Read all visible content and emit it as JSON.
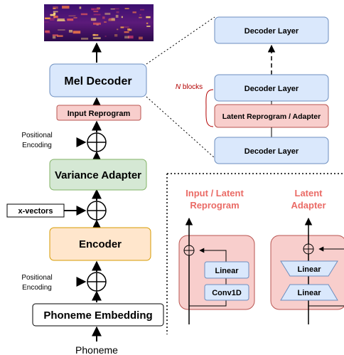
{
  "colors": {
    "blue_fill": "#dae8fc",
    "blue_stroke": "#6c8ebf",
    "pink_fill": "#f8cecc",
    "pink_stroke": "#b85450",
    "green_fill": "#d5e8d4",
    "green_stroke": "#82b366",
    "orange_fill": "#ffe6cc",
    "orange_stroke": "#d79b00",
    "accent_red": "#ea6b66",
    "nblocks_red": "#b20000"
  },
  "pipeline": {
    "spectrogram": "mel-spectrogram-image",
    "mel_decoder": "Mel Decoder",
    "input_reprogram": "Input Reprogram",
    "positional_encoding_top": [
      "Positional",
      "Encoding"
    ],
    "variance_adapter": "Variance Adapter",
    "x_vectors": "x-vectors",
    "encoder": "Encoder",
    "positional_encoding_bottom": [
      "Positional",
      "Encoding"
    ],
    "phoneme_embedding": "Phoneme Embedding",
    "phoneme": "Phoneme"
  },
  "decoder_detail": {
    "top_layer": "Decoder Layer",
    "middle_layer": "Decoder Layer",
    "latent_reprogram": "Latent Reprogram / Adapter",
    "bottom_layer": "Decoder Layer",
    "n_blocks_italic": "N",
    "n_blocks_text": " blocks"
  },
  "modules": {
    "reprogram_title": [
      "Input / Latent",
      "Reprogram"
    ],
    "adapter_title": [
      "Latent",
      "Adapter"
    ],
    "reprogram_linear": "Linear",
    "reprogram_conv": "Conv1D",
    "adapter_linear_top": "Linear",
    "adapter_linear_bottom": "Linear"
  }
}
